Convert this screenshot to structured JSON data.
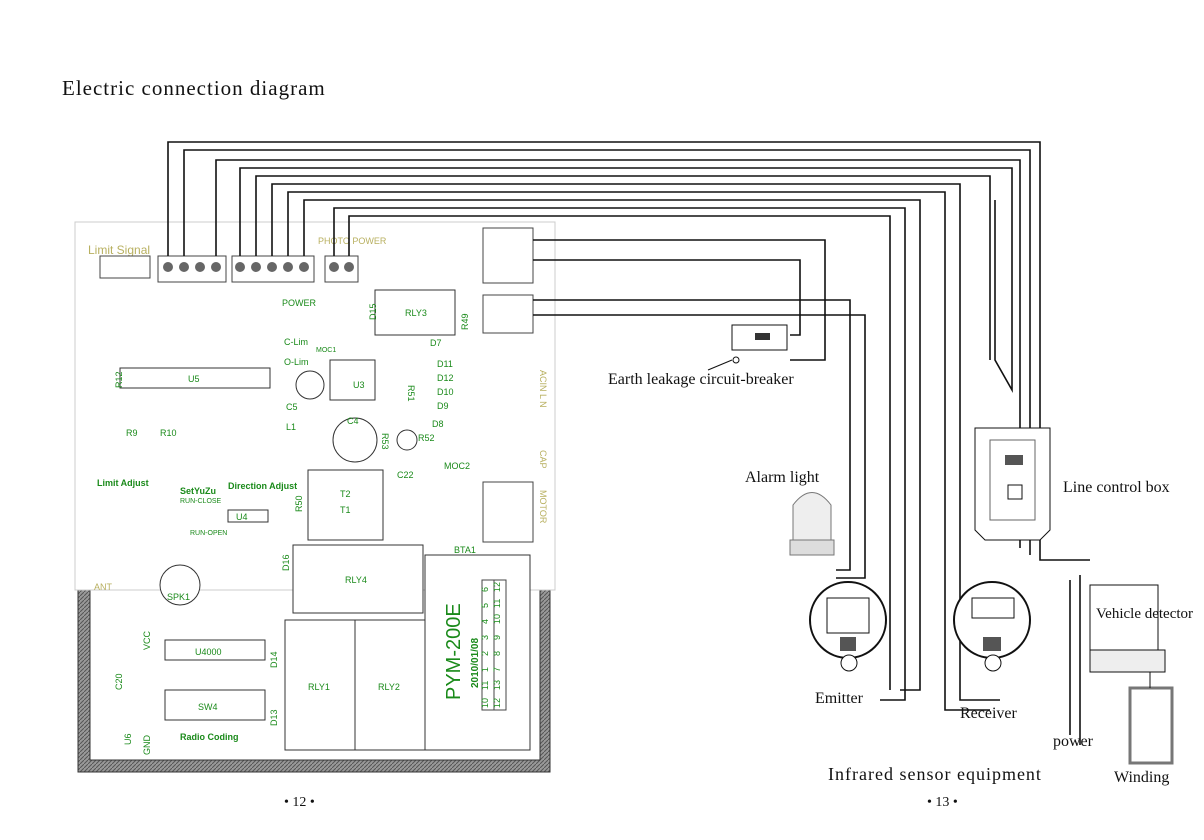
{
  "title": "Electric connection diagram",
  "board": {
    "model": "PYM-200E",
    "date": "2010/01/08",
    "limit_signal": "Limit Signal",
    "power_label": "POWER",
    "photo_power": "PHOTO POWER",
    "components": [
      "U5",
      "U3",
      "U4",
      "U4000",
      "SW4",
      "RLY1",
      "RLY2",
      "RLY3",
      "RLY4",
      "T1",
      "T2",
      "C4",
      "C5",
      "C20",
      "R9",
      "R10",
      "R12",
      "R49",
      "R50",
      "R51",
      "R52",
      "R53",
      "D7",
      "D8",
      "D9",
      "D10",
      "D11",
      "D12",
      "D13",
      "D14",
      "D15",
      "D16",
      "SPK1",
      "MOC1",
      "MOC2",
      "C22",
      "L1",
      "BTA1",
      "U6"
    ],
    "labels": {
      "limit_adjust": "Limit Adjust",
      "setyuzu": "SetYuZu",
      "direction_adjust": "Direction Adjust",
      "radio_coding": "Radio Coding",
      "run_close": "RUN-CLOSE",
      "run_open": "RUN-OPEN",
      "vcc": "VCC",
      "gnd": "GND",
      "ant": "ANT",
      "c_lim": "C-Lim",
      "o_lim": "O-Lim",
      "motor": "MOTOR",
      "cap": "CAP",
      "acin": "ACIN L N"
    },
    "pin_table": [
      [
        "10",
        "11",
        "1",
        "2",
        "3",
        "4",
        "5",
        "6"
      ],
      [
        "12",
        "13",
        "7",
        "8",
        "9",
        "10",
        "11",
        "12"
      ]
    ]
  },
  "devices": {
    "breaker": "Earth leakage circuit-breaker",
    "alarm": "Alarm light",
    "line_box": "Line control box",
    "emitter": "Emitter",
    "receiver": "Receiver",
    "vehicle": "Vehicle detector",
    "power": "power",
    "winding": "Winding",
    "infrared": "Infrared sensor equipment"
  },
  "pages": {
    "left": "• 12 •",
    "right": "• 13 •"
  }
}
